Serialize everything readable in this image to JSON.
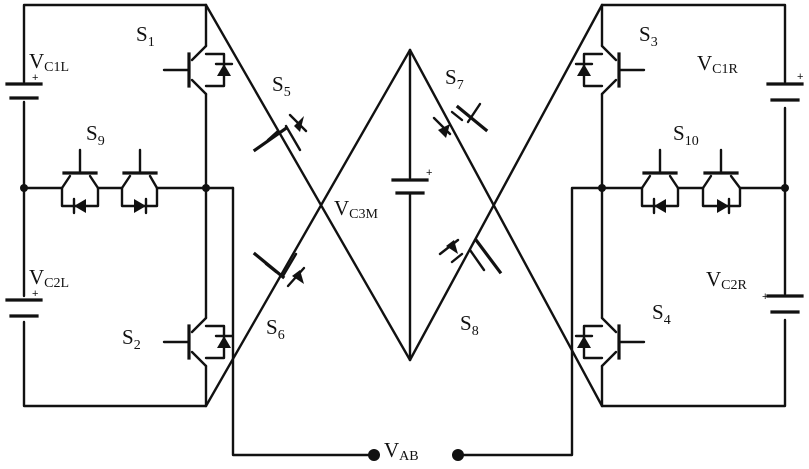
{
  "labels": {
    "s1": {
      "base": "S",
      "sub": "1"
    },
    "s2": {
      "base": "S",
      "sub": "2"
    },
    "s3": {
      "base": "S",
      "sub": "3"
    },
    "s4": {
      "base": "S",
      "sub": "4"
    },
    "s5": {
      "base": "S",
      "sub": "5"
    },
    "s6": {
      "base": "S",
      "sub": "6"
    },
    "s7": {
      "base": "S",
      "sub": "7"
    },
    "s8": {
      "base": "S",
      "sub": "8"
    },
    "s9": {
      "base": "S",
      "sub": "9"
    },
    "s10": {
      "base": "S",
      "sub": "10"
    },
    "vc1l": {
      "base": "V",
      "sub": "C1L"
    },
    "vc2l": {
      "base": "V",
      "sub": "C2L"
    },
    "vc1r": {
      "base": "V",
      "sub": "C1R"
    },
    "vc2r": {
      "base": "V",
      "sub": "C2R"
    },
    "vc3m": {
      "base": "V",
      "sub": "C3M"
    },
    "vab": {
      "base": "V",
      "sub": "AB"
    }
  },
  "polarity_mark": "+"
}
